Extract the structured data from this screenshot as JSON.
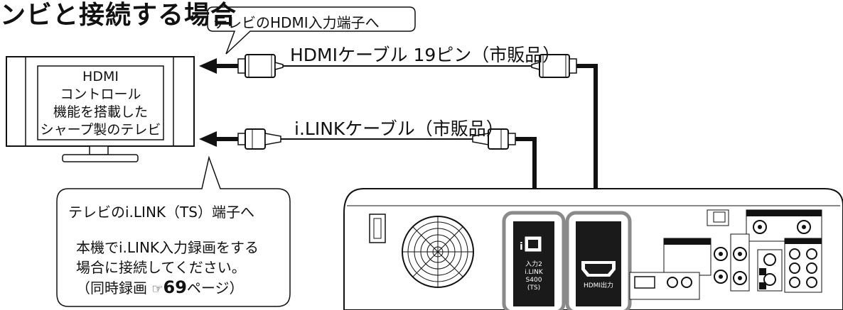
{
  "title": "ンビと接続する場合",
  "callouts": {
    "hdmi_port": "テレビのHDMI入力端子へ",
    "ilink_port": "テレビのi.LINK（TS）端子へ",
    "note_line1": "本機でi.LINK入力録画をする",
    "note_line2": "場合に接続してください。",
    "note_line3_pre": "（同時録画 ",
    "note_line3_page": "69",
    "note_line3_post": "ページ）"
  },
  "cables": {
    "hdmi": "HDMIケーブル 19ピン（市販品）",
    "ilink": "i.LINKケーブル（市販品）"
  },
  "tv": {
    "lines": [
      "HDMI",
      "コントロール",
      "機能を搭載した",
      "シャープ製のテレビ"
    ]
  },
  "recorder": {
    "input2_lines": [
      "入力2",
      "i.LINK",
      "S400",
      "(TS)"
    ],
    "hdmi_out": "HDMI出力"
  },
  "colors": {
    "line": "#111111",
    "highlight_border": "#8a8a8a",
    "port_panel": "#1a1a1a"
  }
}
